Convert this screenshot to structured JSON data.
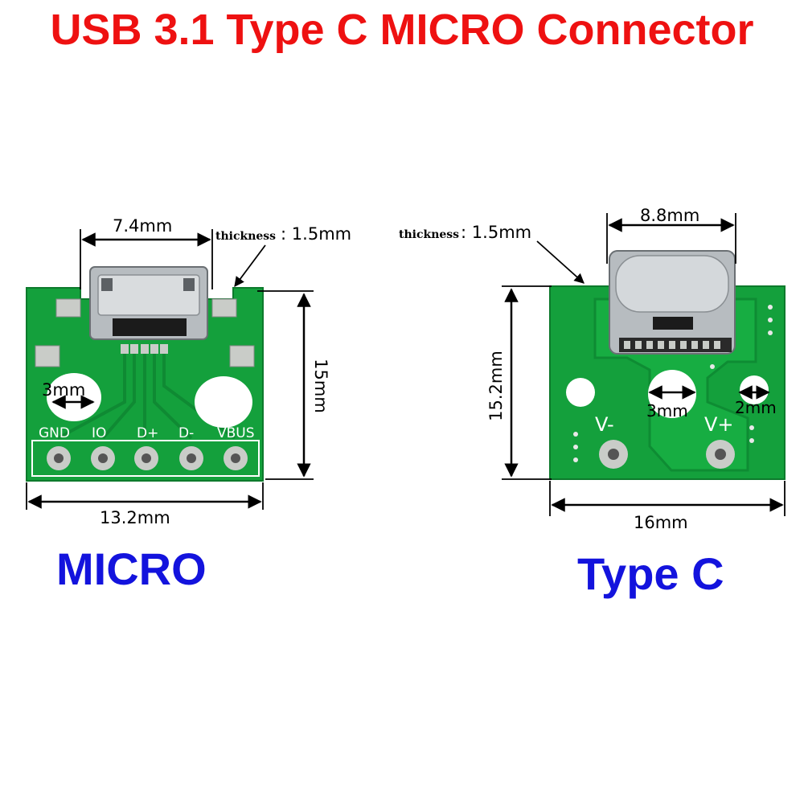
{
  "title": "USB 3.1 Type C MICRO Connector",
  "colors": {
    "title": "#ee1111",
    "panel_label": "#1313dd",
    "pcb": "#14a03c",
    "pcb_dark": "#0d7a2c",
    "solder": "#c9ccc8",
    "metal": "#b7bcc0"
  },
  "micro": {
    "label": "MICRO",
    "width_connector": "7.4mm",
    "thickness_word": "thickness",
    "thickness_value": ": 1.5mm",
    "height": "15mm",
    "width_board": "13.2mm",
    "hole_diameter": "3mm",
    "pins": [
      "GND",
      "IO",
      "D+",
      "D-",
      "VBUS"
    ]
  },
  "typec": {
    "label": "Type C",
    "width_connector": "8.8mm",
    "thickness_word": "thickness",
    "thickness_value": ": 1.5mm",
    "height": "15.2mm",
    "width_board": "16mm",
    "hole_left_diameter": "3mm",
    "hole_right_diameter": "2mm",
    "power_pins": [
      "V-",
      "V+"
    ]
  }
}
